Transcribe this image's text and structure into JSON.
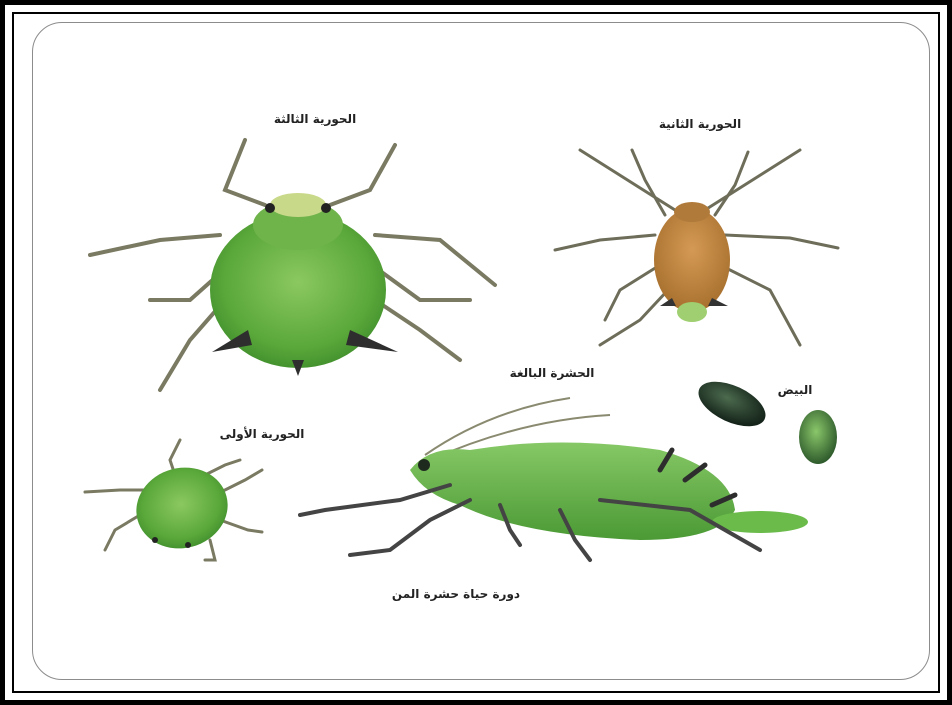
{
  "labels": {
    "third_nymph": "الحورية الثالثة",
    "second_nymph": "الحورية الثانية",
    "adult_insect": "الحشرة البالغة",
    "eggs": "البيض",
    "first_nymph": "الحورية الأولى",
    "caption": "دورة حياة حشرة المن"
  },
  "colors": {
    "nymph_green": "#5aa83a",
    "nymph_green_light": "#8bc860",
    "nymph_brown": "#c0823e",
    "adult_green": "#66b545",
    "egg_dark": "#243a28",
    "leg": "#9a9a80",
    "leg_dark": "#333333"
  }
}
